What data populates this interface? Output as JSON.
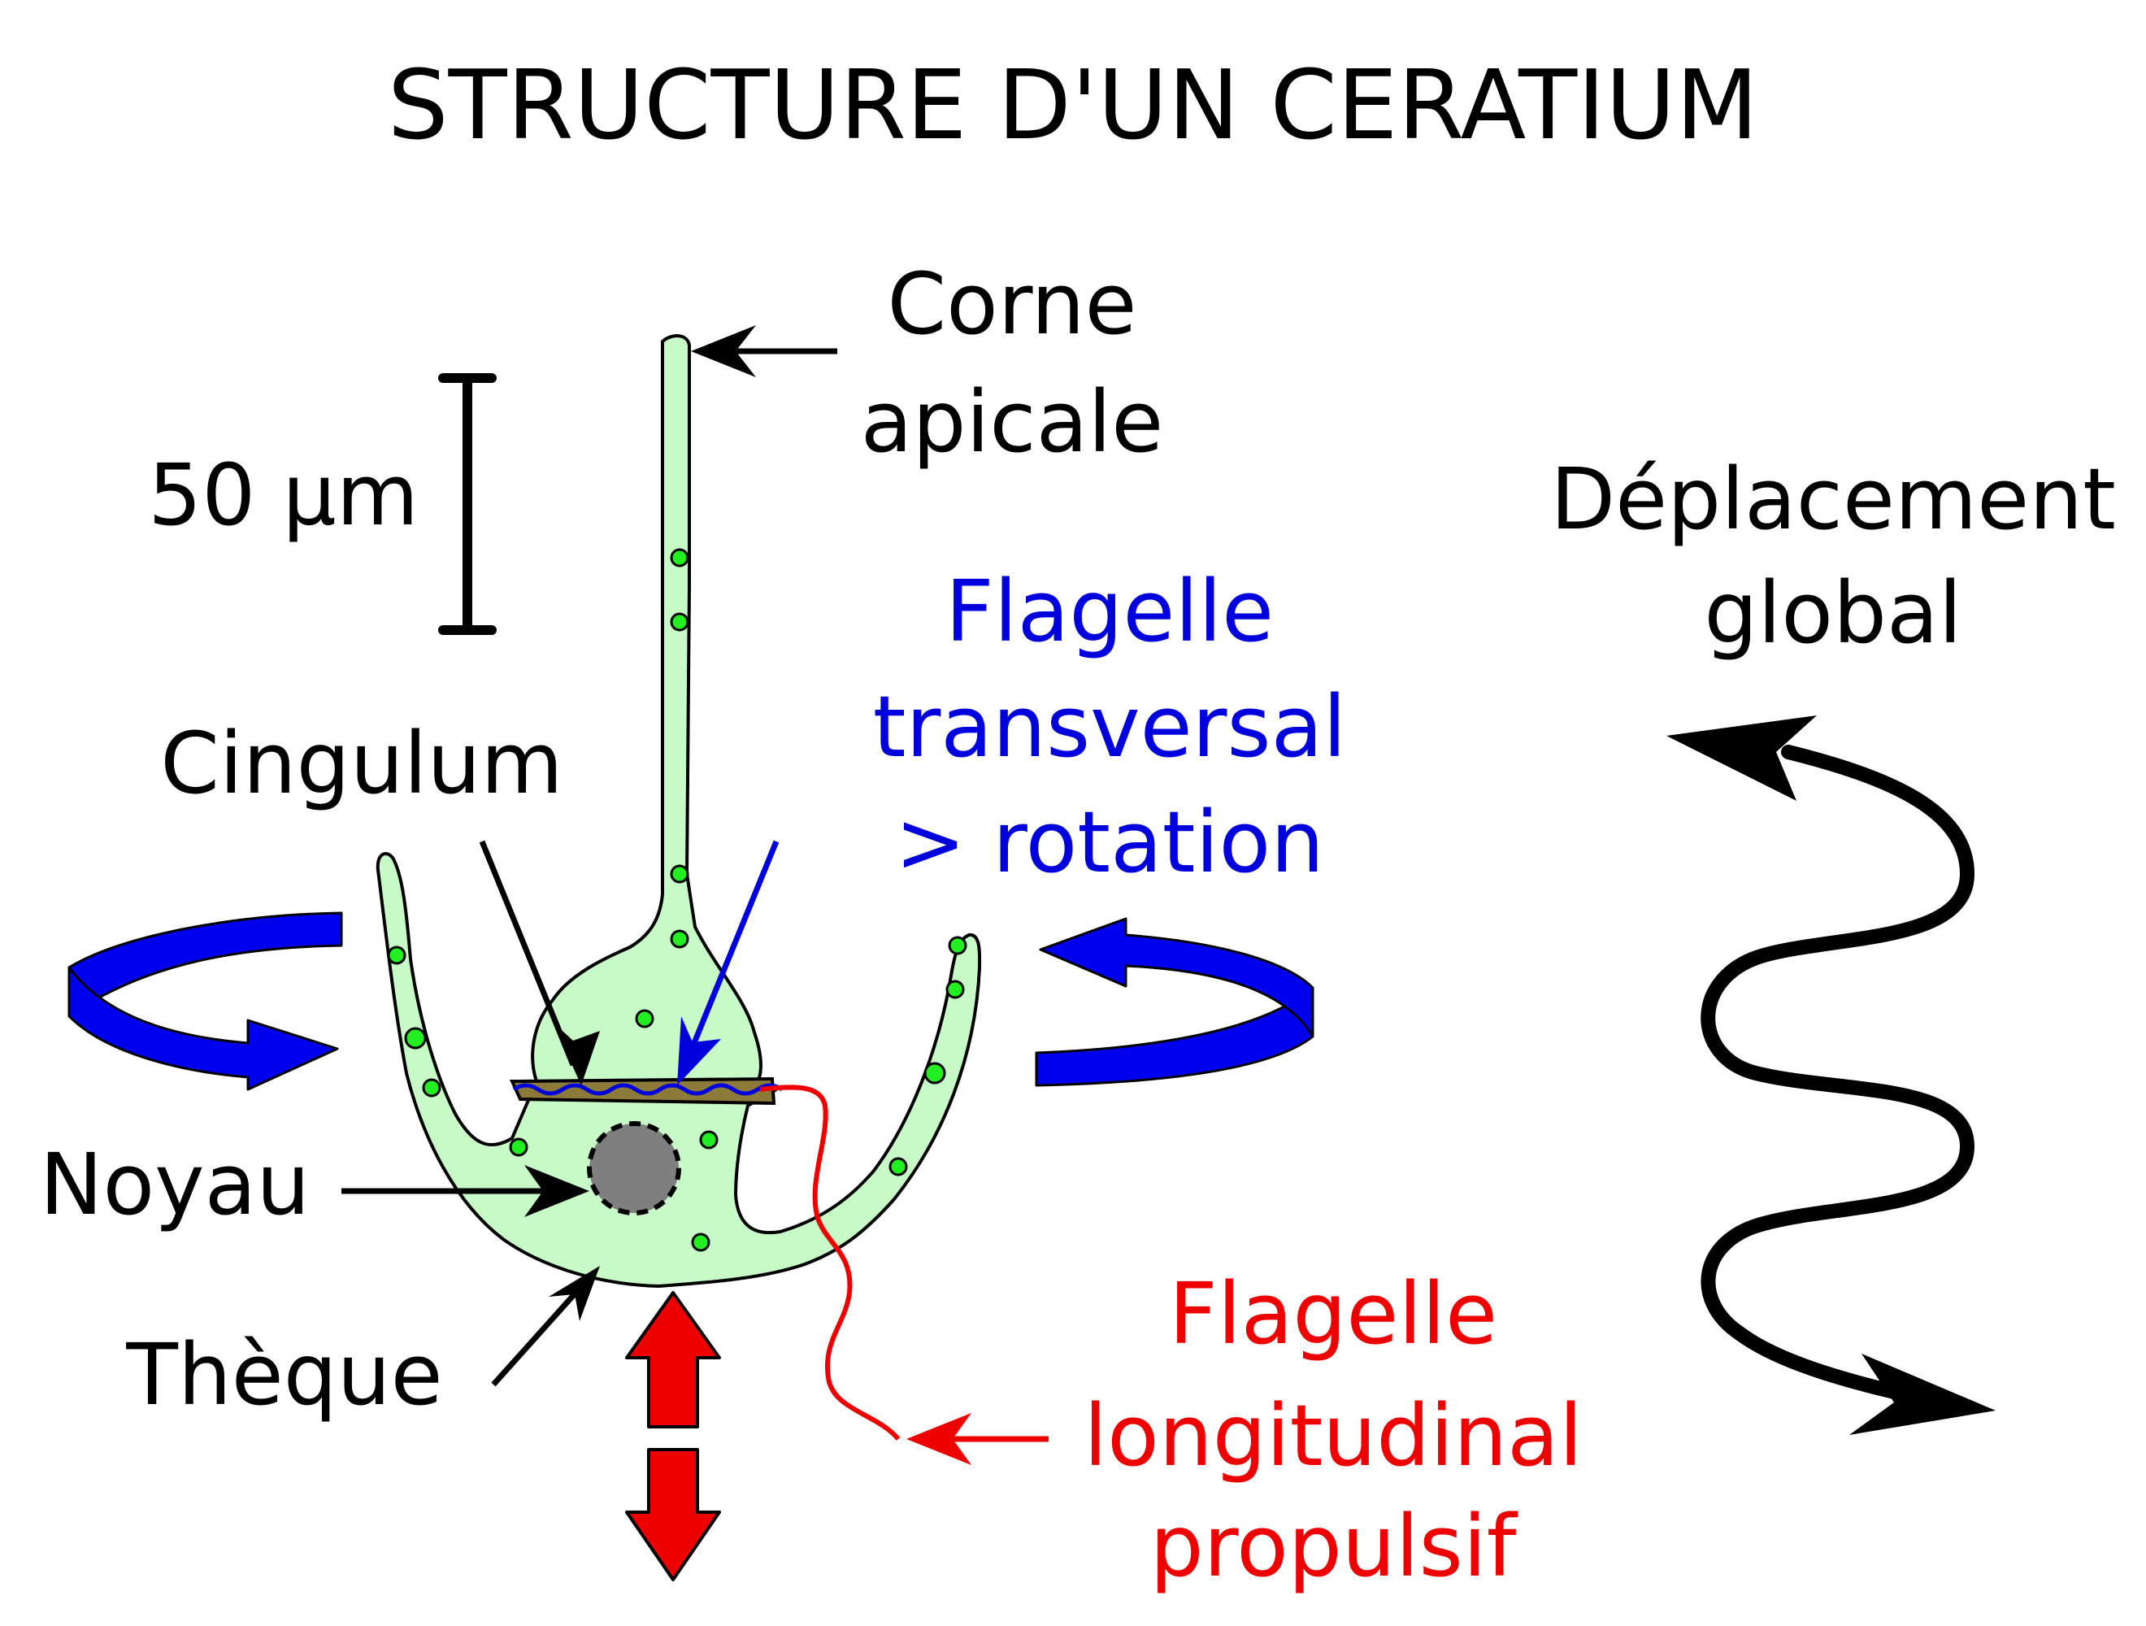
{
  "title": "STRUCTURE D'UN CERATIUM",
  "labels": {
    "corne_line1": "Corne",
    "corne_line2": "apicale",
    "scale": "50 µm",
    "cingulum": "Cingulum",
    "noyau": "Noyau",
    "theque": "Thèque",
    "flagelle_transversal_line1": "Flagelle",
    "flagelle_transversal_line2": "transversal",
    "flagelle_transversal_line3": "> rotation",
    "flagelle_longitudinal_line1": "Flagelle",
    "flagelle_longitudinal_line2": "longitudinal",
    "flagelle_longitudinal_line3": "propulsif",
    "deplacement_line1": "Déplacement",
    "deplacement_line2": "global"
  },
  "colors": {
    "text": "#000000",
    "transversal": "#0000dd",
    "longitudinal": "#ee0000",
    "cell_fill": "#c8fac8",
    "granule": "#22ee22",
    "nucleus": "#7f7f7f",
    "cingulum_band": "#8b7a3a",
    "rotation_arrow": "#0000ee",
    "propulsion_arrow": "#ee0000"
  }
}
